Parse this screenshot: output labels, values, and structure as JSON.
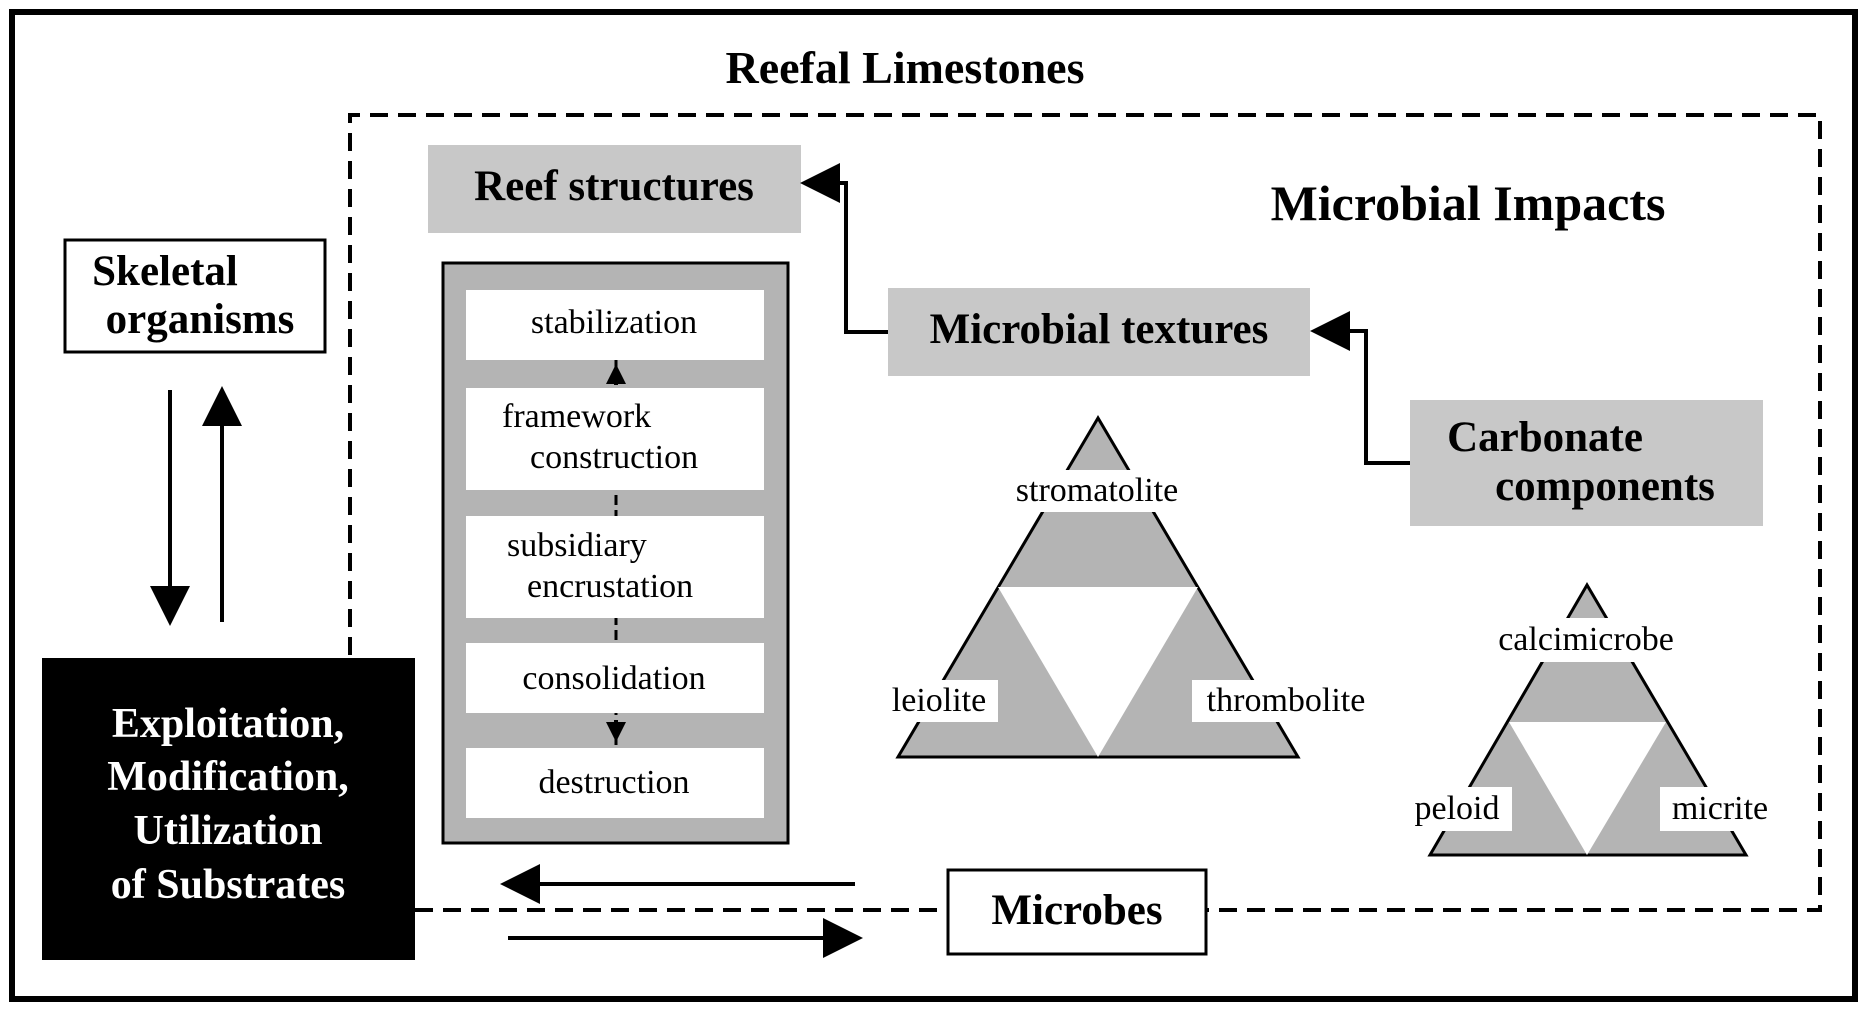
{
  "title": "Reefal Limestones",
  "impacts_title": "Microbial Impacts",
  "skeletal": {
    "line1": "Skeletal",
    "line2": "organisms"
  },
  "substrates": {
    "lines": [
      "Exploitation,",
      "Modification,",
      "Utilization",
      "of Substrates"
    ]
  },
  "reef_structures": "Reef structures",
  "processes": [
    "stabilization",
    [
      "framework",
      "construction"
    ],
    [
      "subsidiary",
      "encrustation"
    ],
    "consolidation",
    "destruction"
  ],
  "microbial_textures": "Microbial textures",
  "carbonate": {
    "line1": "Carbonate",
    "line2": "components"
  },
  "texture_triangle": {
    "top": "stromatolite",
    "left": "leiolite",
    "right": "thrombolite"
  },
  "component_triangle": {
    "top": "calcimicrobe",
    "left": "peloid",
    "right": "micrite"
  },
  "microbes": "Microbes",
  "colors": {
    "gray_box": "#c8c8c8",
    "panel": "#b4b4b4",
    "black": "#000000",
    "white": "#ffffff"
  }
}
